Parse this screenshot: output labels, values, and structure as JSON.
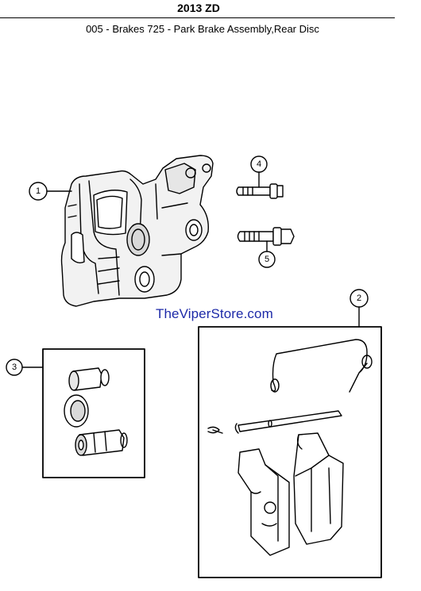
{
  "header": {
    "title": "2013 ZD",
    "subtitle": "005 - Brakes   725 - Park Brake Assembly,Rear Disc"
  },
  "watermark": "TheViperStore.com",
  "callouts": [
    {
      "id": "1",
      "label": "1",
      "part": "caliper-housing"
    },
    {
      "id": "2",
      "label": "2",
      "part": "brake-pad-kit"
    },
    {
      "id": "3",
      "label": "3",
      "part": "bushing-kit"
    },
    {
      "id": "4",
      "label": "4",
      "part": "bolt-upper"
    },
    {
      "id": "5",
      "label": "5",
      "part": "bolt-lower"
    }
  ],
  "colors": {
    "line": "#000000",
    "watermark": "#1d2aa8",
    "shade": "#d9d9d9"
  }
}
